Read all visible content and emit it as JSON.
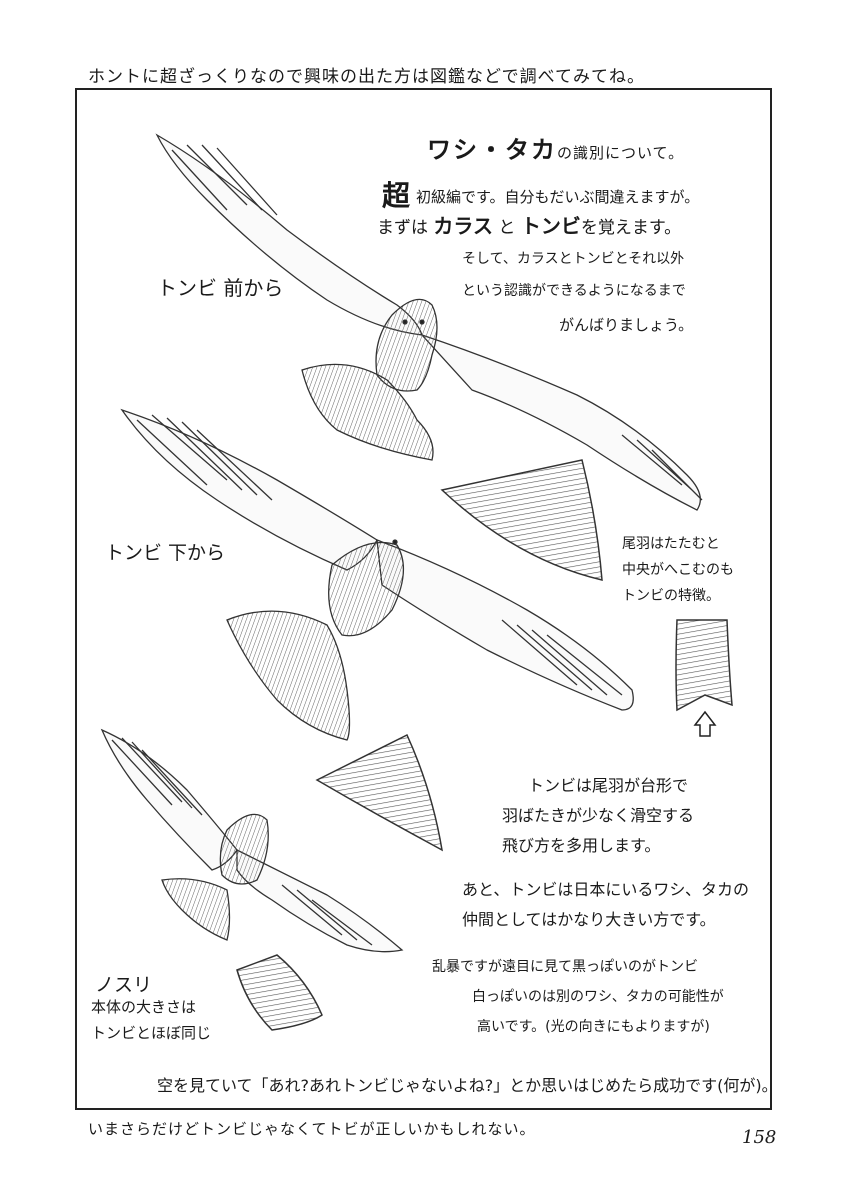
{
  "page": {
    "top_note": "ホントに超ざっくりなので興味の出た方は図鑑などで調べてみてね。",
    "bottom_note": "いまさらだけどトンビじゃなくてトビが正しいかもしれない。",
    "page_number": "158"
  },
  "header": {
    "title": "ワシ・タカ",
    "title_suffix": "の識別について。"
  },
  "intro": {
    "line1_big": "超",
    "line1_rest": "初級編です。自分もだいぶ間違えますが。",
    "line2_a": "まずは",
    "line2_b": "カラス",
    "line2_c": "と",
    "line2_d": "トンビ",
    "line2_e": "を覚えます。",
    "line3": "そして、カラスとトンビとそれ以外",
    "line4": "という認識ができるようになるまで",
    "line5": "がんばりましょう。"
  },
  "labels": {
    "kite_front": "トンビ 前から",
    "kite_below": "トンビ 下から",
    "buzzard": "ノスリ",
    "buzzard_note_1": "本体の大きさは",
    "buzzard_note_2": "トンビとほぼ同じ"
  },
  "tail_note": {
    "line1": "尾羽はたたむと",
    "line2": "中央がへこむのも",
    "line3": "トンビの特徴。"
  },
  "main_text": {
    "line1": "トンビは尾羽が台形で",
    "line2": "羽ばたきが少なく滑空する",
    "line3": "飛び方を多用します。",
    "line4": "あと、トンビは日本にいるワシ、タカの",
    "line5": "仲間としてはかなり大きい方です。"
  },
  "rough_note": {
    "line1": "乱暴ですが遠目に見て黒っぽいのがトンビ",
    "line2": "白っぽいのは別のワシ、タカの可能性が",
    "line3": "高いです。(光の向きにもよりますが)"
  },
  "closing": "空を見ていて「あれ?あれトンビじゃないよね?」とか思いはじめたら成功です(何が)。"
}
